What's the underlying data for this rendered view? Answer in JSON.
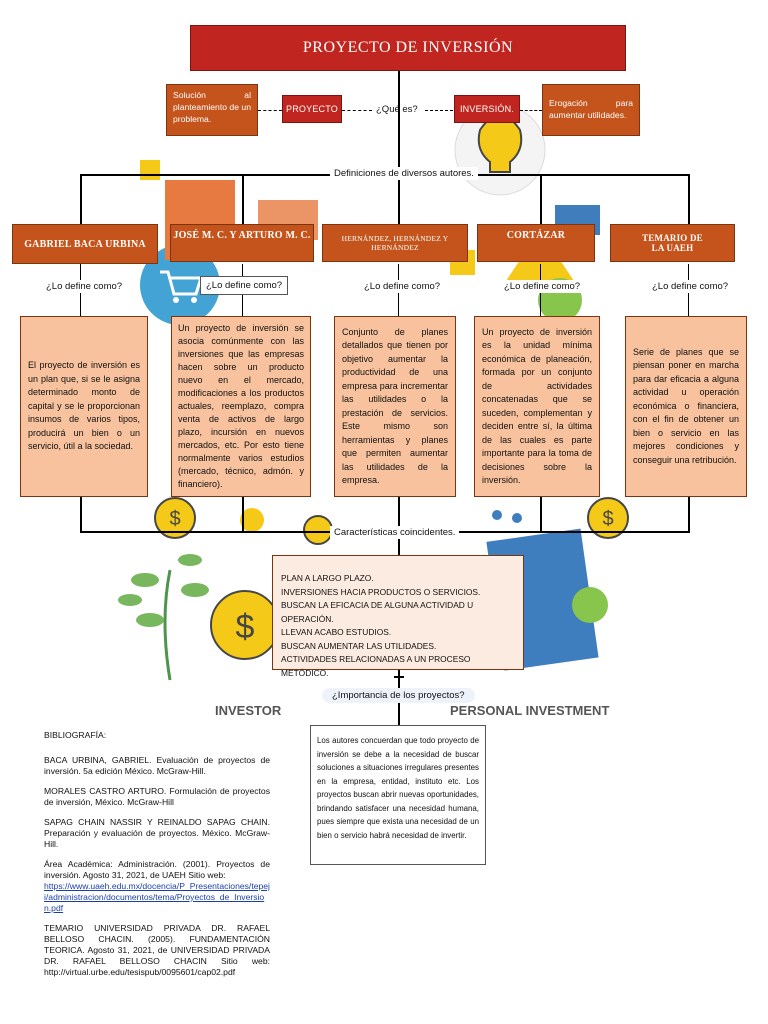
{
  "title": "PROYECTO DE INVERSIÓN",
  "top_row": {
    "left_def": "Solución al planteamiento de un problema.",
    "proyecto": "PROYECTO",
    "question": "¿Qué es?",
    "inversion": "INVERSIÓN.",
    "right_def": "Erogación para aumentar utilidades."
  },
  "definitions_label": "Definiciones de diversos autores.",
  "authors": [
    {
      "name": "GABRIEL BACA URBINA",
      "question": "¿Lo define como?",
      "text": "El proyecto de inversión es un plan que, si se le asigna determinado monto de capital y se le proporcionan insumos de varios tipos, producirá un bien o un servicio, útil a la sociedad."
    },
    {
      "name": "JOSÉ M. C. Y ARTURO M. C.",
      "question": "¿Lo define como?",
      "text": "Un proyecto de inversión se asocia comúnmente con las inversiones que las empresas hacen sobre un producto nuevo en el mercado, modificaciones a los productos actuales, reemplazo, compra venta de activos de largo plazo, incursión en nuevos mercados, etc. Por esto tiene normalmente varios estudios (mercado, técnico, admón. y financiero)."
    },
    {
      "name": "HERNÁNDEZ, HERNÁNDEZ Y HERNÁNDEZ",
      "question": "¿Lo define como?",
      "text": "Conjunto de planes detallados que tienen por objetivo aumentar la productividad de una empresa para incrementar las utilidades o la prestación de servicios. Este mismo son herramientas y planes que permiten aumentar las utilidades de la empresa."
    },
    {
      "name": "CORTÁZAR",
      "question": "¿Lo define como?",
      "text": "Un proyecto de inversión es la unidad mínima económica de planeación, formada por un conjunto de actividades concatenadas que se suceden, complementan y deciden entre sí, la última de las cuales es parte importante para la toma de decisiones sobre la inversión."
    },
    {
      "name": "TEMARIO DE LA UAEH",
      "question": "¿Lo define como?",
      "text": "Serie de planes que se piensan poner en marcha para dar eficacia a alguna actividad u operación económica o financiera, con el fin de obtener un bien o servicio en las mejores condiciones y conseguir una retribución."
    }
  ],
  "coincident_label": "Características coincidentes.",
  "coincident_items": [
    "PLAN A LARGO PLAZO.",
    "INVERSIONES HACIA PRODUCTOS O SERVICIOS.",
    "BUSCAN LA EFICACIA DE ALGUNA ACTIVIDAD U OPERACIÓN.",
    "LLEVAN ACABO ESTUDIOS.",
    "BUSCAN AUMENTAR LAS UTILIDADES.",
    "ACTIVIDADES RELACIONADAS A UN PROCESO METÓDICO."
  ],
  "importance_label": "¿Importancia de los proyectos?",
  "importance_text": "Los autores concuerdan que todo proyecto de inversión se debe a la necesidad de buscar soluciones a situaciones irregulares presentes en la empresa, entidad, instituto etc. Los proyectos buscan abrir nuevas oportunidades, brindando satisfacer una necesidad humana, pues siempre que exista una necesidad de un bien o servicio habrá necesidad de invertir.",
  "background_text": {
    "investor": "INVESTOR",
    "personal": "PERSONAL INVESTMENT"
  },
  "bibliography": {
    "heading": "BIBLIOGRAFÍA:",
    "entries": [
      "BACA URBINA, GABRIEL. Evaluación de proyectos de inversión. 5a edición México. McGraw-Hill.",
      "MORALES CASTRO ARTURO. Formulación de proyectos de inversión, México. McGraw-Hill",
      "SAPAG CHAIN NASSIR Y REINALDO SAPAG CHAIN. Preparación y evaluación de proyectos. México. McGraw-Hill.",
      "Área Académica: Administración. (2001). Proyectos de inversión. Agosto 31, 2021, de UAEH Sitio web:"
    ],
    "link": "https://www.uaeh.edu.mx/docencia/P_Presentaciones/tepeji/administracion/documentos/tema/Proyectos_de_Inversion.pdf",
    "last_entry": "TEMARIO UNIVERSIDAD PRIVADA DR. RAFAEL BELLOSO CHACIN. (2005). FUNDAMENTACIÓN TEORICA. Agosto 31, 2021, de UNIVERSIDAD PRIVADA DR. RAFAEL BELLOSO CHACIN Sitio web: http://virtual.urbe.edu/tesispub/0095601/cap02.pdf"
  },
  "colors": {
    "title_red": "#c0261f",
    "header_orange": "#c4541b",
    "box_peach": "#f7c29d",
    "box_cream": "#fcebe0"
  }
}
